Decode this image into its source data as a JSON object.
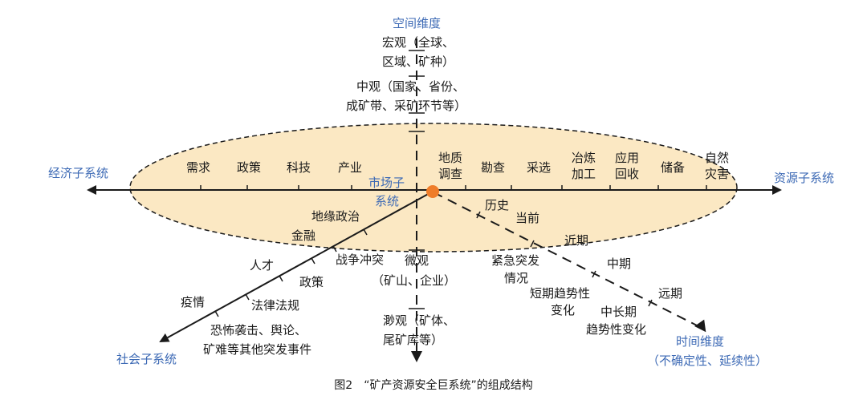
{
  "colors": {
    "ellipse_fill": "#fbe8c3",
    "accent_blue": "#3d6ab5",
    "origin_dot": "#ef7d2a",
    "ink": "#1a1a1a"
  },
  "axes": {
    "space": "空间维度",
    "economic": "经济子系统",
    "resource": "资源子系统",
    "social": "社会子系统",
    "time_line1": "时间维度",
    "time_line2": "（不确定性、延续性）",
    "market_line1": "市场子",
    "market_line2": "系统"
  },
  "space_levels": {
    "macro_l1": "宏观（全球、",
    "macro_l2": "区域、矿种）",
    "meso_l1": "中观（国家、省份、",
    "meso_l2": "成矿带、采矿环节等）",
    "micro_l1": "微观",
    "micro_l2": "（矿山、企业）",
    "nano_l1": "渺观（矿体、",
    "nano_l2": "尾矿库等）"
  },
  "economic_items": [
    "需求",
    "政策",
    "科技",
    "产业"
  ],
  "resource_items": [
    [
      "地质",
      "调查"
    ],
    [
      "勘查"
    ],
    [
      "采选"
    ],
    [
      "冶炼",
      "加工"
    ],
    [
      "应用",
      "回收"
    ],
    [
      "储备"
    ],
    [
      "自然",
      "灾害"
    ]
  ],
  "social_items": {
    "geo": "地缘政治",
    "finance": "金融",
    "war": "战争冲突",
    "talent": "人才",
    "policy": "政策",
    "epidemic": "疫情",
    "law": "法律法规",
    "events_l1": "恐怖袭击、舆论、",
    "events_l2": "矿难等其他突发事件"
  },
  "time_items": {
    "history": "历史",
    "current": "当前",
    "near": "近期",
    "mid": "中期",
    "far": "远期",
    "emergency_l1": "紧急突发",
    "emergency_l2": "情况",
    "short_l1": "短期趋势性",
    "short_l2": "变化",
    "mid_long_l1": "中长期",
    "mid_long_l2": "趋势性变化"
  },
  "caption": "图2　“矿产资源安全巨系统”的组成结构"
}
